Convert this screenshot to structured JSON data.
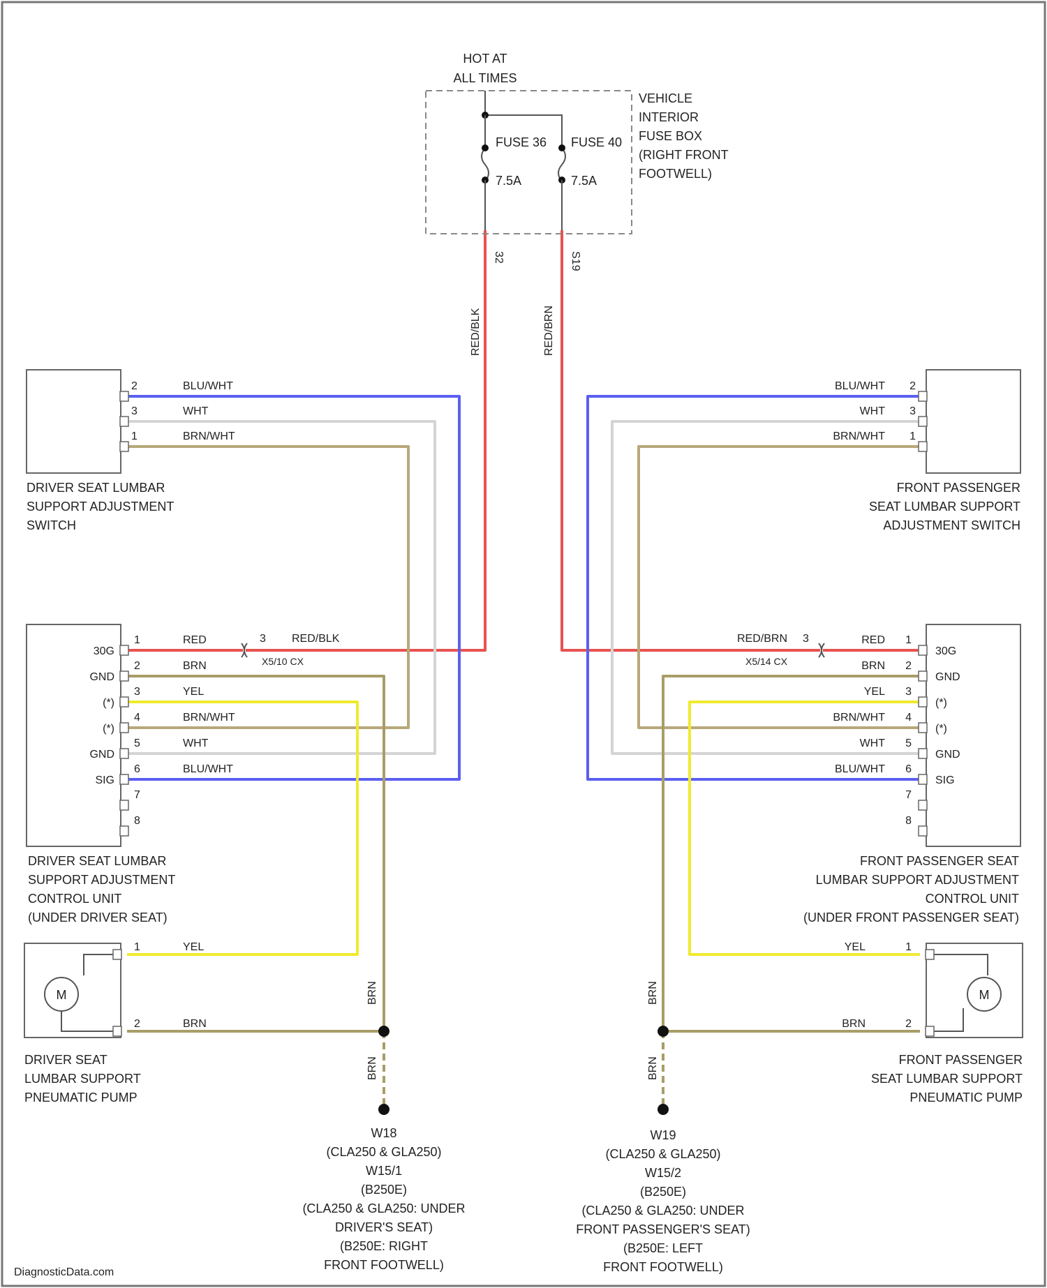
{
  "colors": {
    "red": "#e8524f",
    "blue": "#5b5ff0",
    "white": "#d4d4d4",
    "brown": "#b7a87a",
    "yellow": "#f0ea2e",
    "brn_dark": "#a89d68",
    "black": "#111111"
  },
  "power": {
    "hot_line1": "HOT AT",
    "hot_line2": "ALL TIMES",
    "fuse_box_lines": [
      "VEHICLE",
      "INTERIOR",
      "FUSE BOX",
      "(RIGHT FRONT",
      "FOOTWELL)"
    ],
    "fuse_left_name": "FUSE 36",
    "fuse_left_rating": "7.5A",
    "fuse_right_name": "FUSE 40",
    "fuse_right_rating": "7.5A",
    "pin_left": "32",
    "pin_right": "S19",
    "wire_left": "RED/BLK",
    "wire_right": "RED/BRN"
  },
  "driver_switch": {
    "label_lines": [
      "DRIVER SEAT LUMBAR",
      "SUPPORT ADJUSTMENT",
      "SWITCH"
    ],
    "pins": [
      "2",
      "3",
      "1"
    ],
    "wires": [
      "BLU/WHT",
      "WHT",
      "BRN/WHT"
    ]
  },
  "passenger_switch": {
    "label_lines": [
      "FRONT PASSENGER",
      "SEAT LUMBAR SUPPORT",
      "ADJUSTMENT SWITCH"
    ],
    "pins": [
      "2",
      "3",
      "1"
    ],
    "wires": [
      "BLU/WHT",
      "WHT",
      "BRN/WHT"
    ]
  },
  "driver_cu": {
    "label_lines": [
      "DRIVER SEAT LUMBAR",
      "SUPPORT ADJUSTMENT",
      "CONTROL UNIT",
      "(UNDER DRIVER SEAT)"
    ],
    "pins": [
      "1",
      "2",
      "3",
      "4",
      "5",
      "6",
      "7",
      "8"
    ],
    "terms": [
      "30G",
      "GND",
      "(*)",
      "(*)",
      "GND",
      "SIG"
    ],
    "wires": [
      "RED",
      "BRN",
      "YEL",
      "BRN/WHT",
      "WHT",
      "BLU/WHT"
    ],
    "conn_pin": "3",
    "conn_wire": "RED/BLK",
    "conn_name": "X5/10 CX"
  },
  "passenger_cu": {
    "label_lines": [
      "FRONT PASSENGER SEAT",
      "LUMBAR SUPPORT ADJUSTMENT",
      "CONTROL UNIT",
      "(UNDER FRONT PASSENGER SEAT)"
    ],
    "pins": [
      "1",
      "2",
      "3",
      "4",
      "5",
      "6",
      "7",
      "8"
    ],
    "terms": [
      "30G",
      "GND",
      "(*)",
      "(*)",
      "GND",
      "SIG"
    ],
    "wires": [
      "RED",
      "BRN",
      "YEL",
      "BRN/WHT",
      "WHT",
      "BLU/WHT"
    ],
    "conn_pin": "3",
    "conn_wire": "RED/BRN",
    "conn_name": "X5/14 CX"
  },
  "driver_pump": {
    "label_lines": [
      "DRIVER SEAT",
      "LUMBAR SUPPORT",
      "PNEUMATIC PUMP"
    ],
    "motor": "M",
    "pins": [
      "1",
      "2"
    ],
    "wires": [
      "YEL",
      "BRN"
    ]
  },
  "passenger_pump": {
    "label_lines": [
      "FRONT PASSENGER",
      "SEAT LUMBAR SUPPORT",
      "PNEUMATIC PUMP"
    ],
    "motor": "M",
    "pins": [
      "1",
      "2"
    ],
    "wires": [
      "YEL",
      "BRN"
    ]
  },
  "ground_left": {
    "wire_upper": "BRN",
    "wire_lower": "BRN",
    "label_lines": [
      "W18",
      "(CLA250 & GLA250)",
      "W15/1",
      "(B250E)",
      "(CLA250 & GLA250: UNDER",
      "DRIVER'S SEAT)",
      "(B250E: RIGHT",
      "FRONT FOOTWELL)"
    ]
  },
  "ground_right": {
    "wire_upper": "BRN",
    "wire_lower": "BRN",
    "label_lines": [
      "W19",
      "(CLA250 & GLA250)",
      "W15/2",
      "(B250E)",
      "(CLA250 & GLA250: UNDER",
      "FRONT PASSENGER'S SEAT)",
      "(B250E: LEFT",
      "FRONT FOOTWELL)"
    ]
  },
  "watermark": "DiagnosticData.com"
}
